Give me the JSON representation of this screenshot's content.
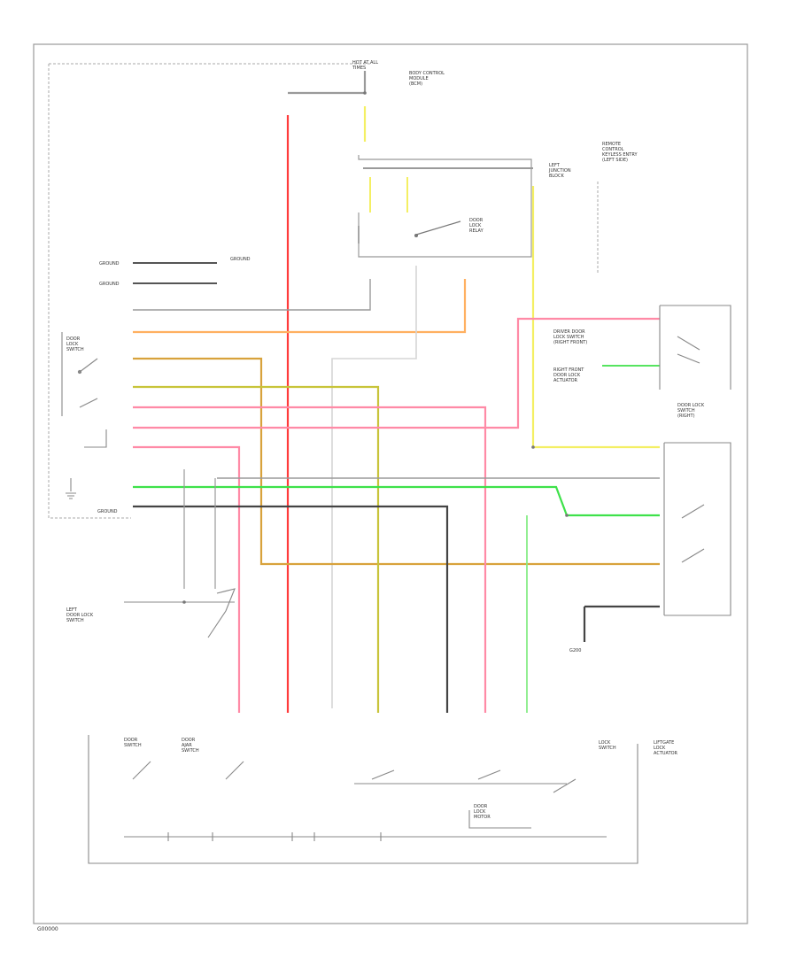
{
  "labels": {
    "hot_at_all_times": "HOT AT ALL\nTIMES",
    "power_dist": "BODY CONTROL\nMODULE\n(BCM)",
    "junction_block": "LEFT\nJUNCTION\nBLOCK",
    "right_note": "REMOTE\nCONTROL\nKEYLESS ENTRY\n(LEFT SIDE)",
    "door_lock_relay": "DOOR\nLOCK\nRELAY",
    "ground_1": "GROUND",
    "ground_2": "GROUND",
    "ground_3": "GROUND",
    "ground_4": "GROUND",
    "left_module": "DOOR\nLOCK\nSWITCH",
    "right_door_switch": "DRIVER DOOR\nLOCK SWITCH\n(RIGHT FRONT)",
    "right_lock_motor": "RIGHT FRONT\nDOOR LOCK\nACTUATOR",
    "bottom_right_module": "DOOR LOCK\nSWITCH\n(RIGHT)",
    "left_door_switch": "LEFT\nDOOR LOCK\nSWITCH",
    "door_switch": "DOOR\nSWITCH",
    "door_ajar": "DOOR\nAJAR\nSWITCH",
    "door_lock_motor": "DOOR\nLOCK\nMOTOR",
    "ground_point": "G200",
    "lower_right_note": "LIFTGATE\nLOCK\nACTUATOR",
    "lower_left": "LOCK\nSWITCH",
    "corner_code": "G00000"
  },
  "wire_colors": {
    "red": "#ff3b3b",
    "pink": "#ff8aa6",
    "orange": "#ffb060",
    "yellow": "#f4ef63",
    "olive": "#c8c43a",
    "tan": "#d8a23c",
    "green": "#3ee14a",
    "light_green": "#86ec86",
    "black": "#444444",
    "gray": "#9a9a9a",
    "light_gray": "#d5d5d5"
  },
  "icons": {
    "switch": "switch-contact-icon",
    "ground": "ground-symbol-icon",
    "connector": "connector-dot-icon"
  }
}
